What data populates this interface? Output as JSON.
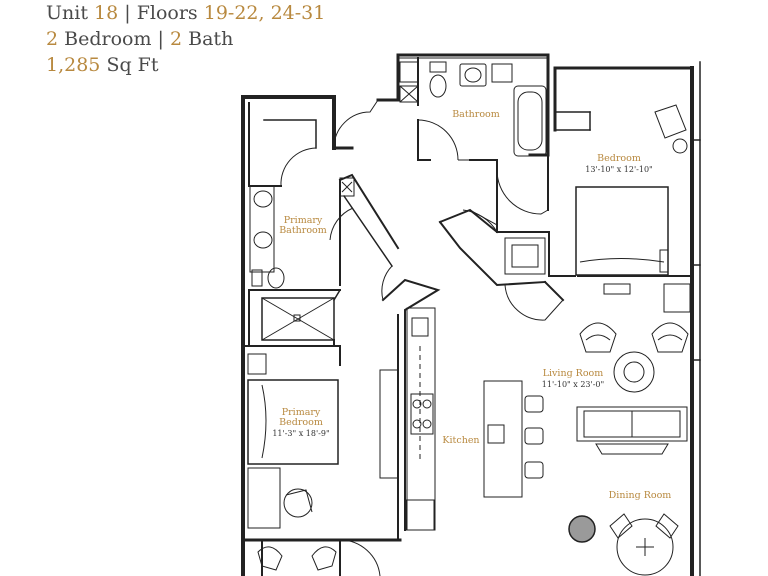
{
  "header": {
    "unit_label": "Unit",
    "unit_number": "18",
    "separator": "|",
    "floors_label": "Floors",
    "floors_value": "19-22, 24-31",
    "bedroom_count": "2",
    "bedroom_label": "Bedroom",
    "bath_count": "2",
    "bath_label": "Bath",
    "area_value": "1,285",
    "area_unit": "Sq Ft"
  },
  "rooms": {
    "bathroom": {
      "name": "Bathroom"
    },
    "bedroom": {
      "name": "Bedroom",
      "dims": "13'-10\" x 12'-10\""
    },
    "primary_bathroom": {
      "line1": "Primary",
      "line2": "Bathroom"
    },
    "primary_bedroom": {
      "line1": "Primary",
      "line2": "Bedroom",
      "dims": "11'-3\" x 18'-9\""
    },
    "living_room": {
      "name": "Living Room",
      "dims": "11'-10\" x 23'-0\""
    },
    "kitchen": {
      "name": "Kitchen"
    },
    "dining_room": {
      "name": "Dining Room"
    }
  },
  "colors": {
    "accent": "#b8893f",
    "text": "#4a4a4a",
    "wall": "#222222"
  }
}
